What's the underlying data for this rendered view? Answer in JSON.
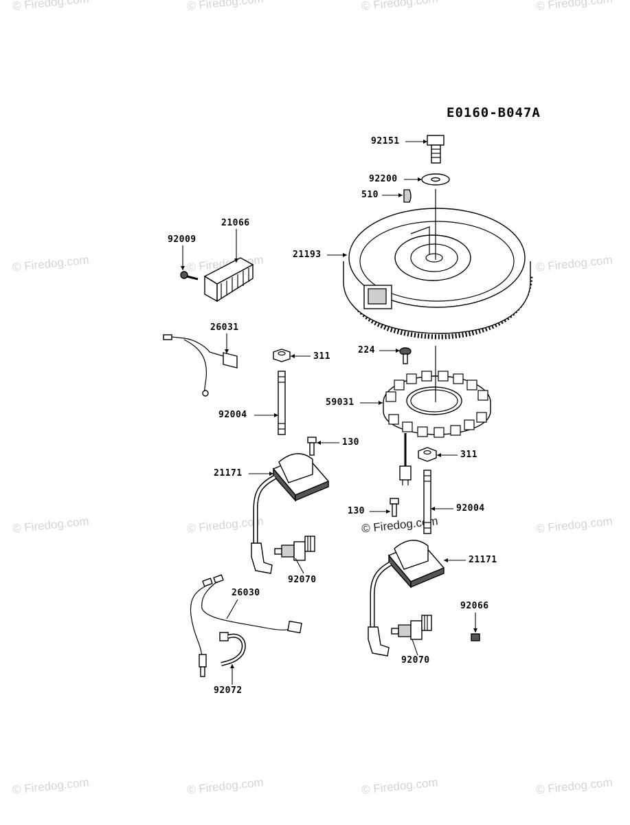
{
  "diagram_code": "E0160-B047A",
  "watermark_text": "© Firedog.com",
  "parts": {
    "p92151": "92151",
    "p92200": "92200",
    "p510": "510",
    "p21066": "21066",
    "p92009": "92009",
    "p21193": "21193",
    "p26031": "26031",
    "p224": "224",
    "p311a": "311",
    "p59031": "59031",
    "p92004a": "92004",
    "p130a": "130",
    "p311b": "311",
    "p21171a": "21171",
    "p92004b": "92004",
    "p130b": "130",
    "p92070a": "92070",
    "p21171b": "21171",
    "p26030": "26030",
    "p92066": "92066",
    "p92070b": "92070",
    "p92072": "92072"
  }
}
